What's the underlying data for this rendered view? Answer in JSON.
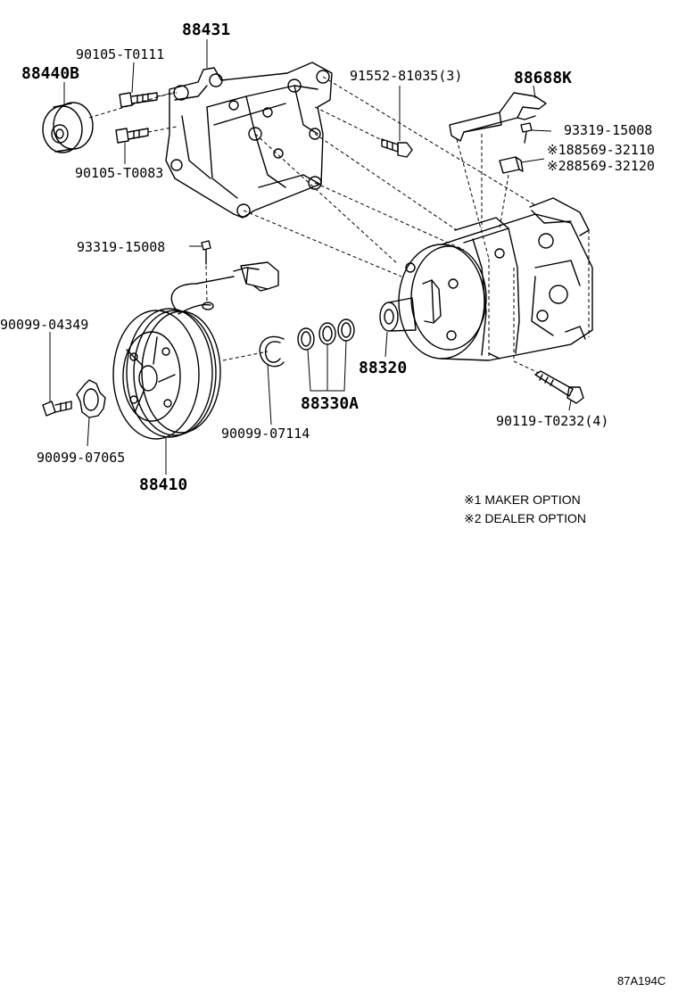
{
  "labels": {
    "p88431": "88431",
    "p90105_T0111": "90105-T0111",
    "p88440B": "88440B",
    "p90105_T0083": "90105-T0083",
    "p91552_81035": "91552-81035(3)",
    "p88688K": "88688K",
    "p93319_15008_top": "93319-15008",
    "p88569_32110": "※188569-32110",
    "p88569_32120": "※288569-32120",
    "p93319_15008_left": "93319-15008",
    "p90099_04349": "90099-04349",
    "p88320": "88320",
    "p88330A": "88330A",
    "p90119_T0232": "90119-T0232(4)",
    "p90099_07114": "90099-07114",
    "p90099_07065": "90099-07065",
    "p88410": "88410"
  },
  "notes": {
    "maker": "※1 MAKER OPTION",
    "dealer": "※2 DEALER OPTION"
  },
  "figure_code": "87A194C"
}
